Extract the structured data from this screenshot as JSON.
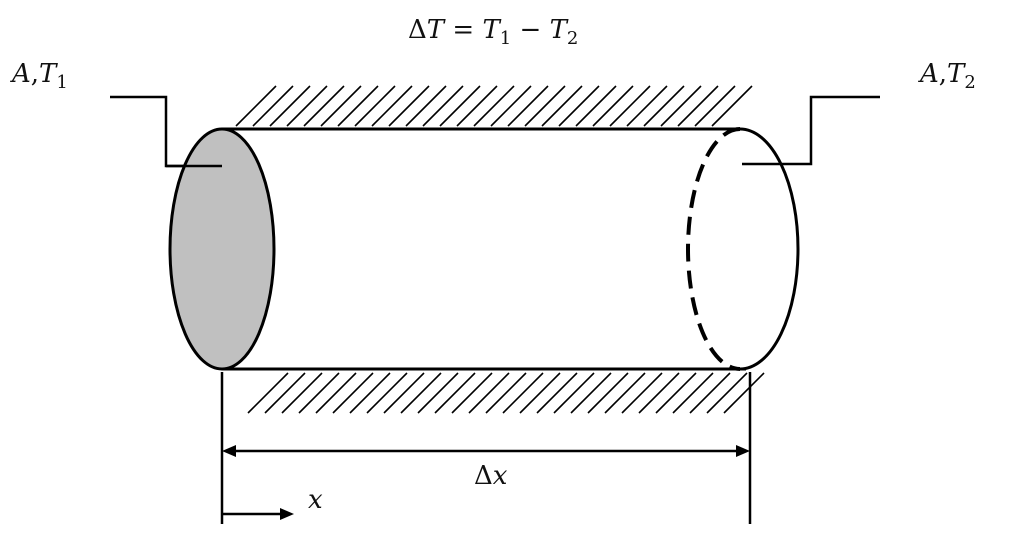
{
  "equation": {
    "delta": "Δ",
    "T": "T",
    "eq": " = ",
    "T1": "T",
    "sub1": "1",
    "minus": " − ",
    "T2": "T",
    "sub2": "2"
  },
  "left_label": {
    "A": "A",
    "comma": ",",
    "T": "T",
    "sub": "1"
  },
  "right_label": {
    "A": "A",
    "comma": ",",
    "T": "T",
    "sub": "2"
  },
  "length_label": {
    "delta": "Δ",
    "x": "x"
  },
  "axis_label": "x",
  "colors": {
    "left_face_fill": "#c0c0c0",
    "line": "#000000"
  }
}
